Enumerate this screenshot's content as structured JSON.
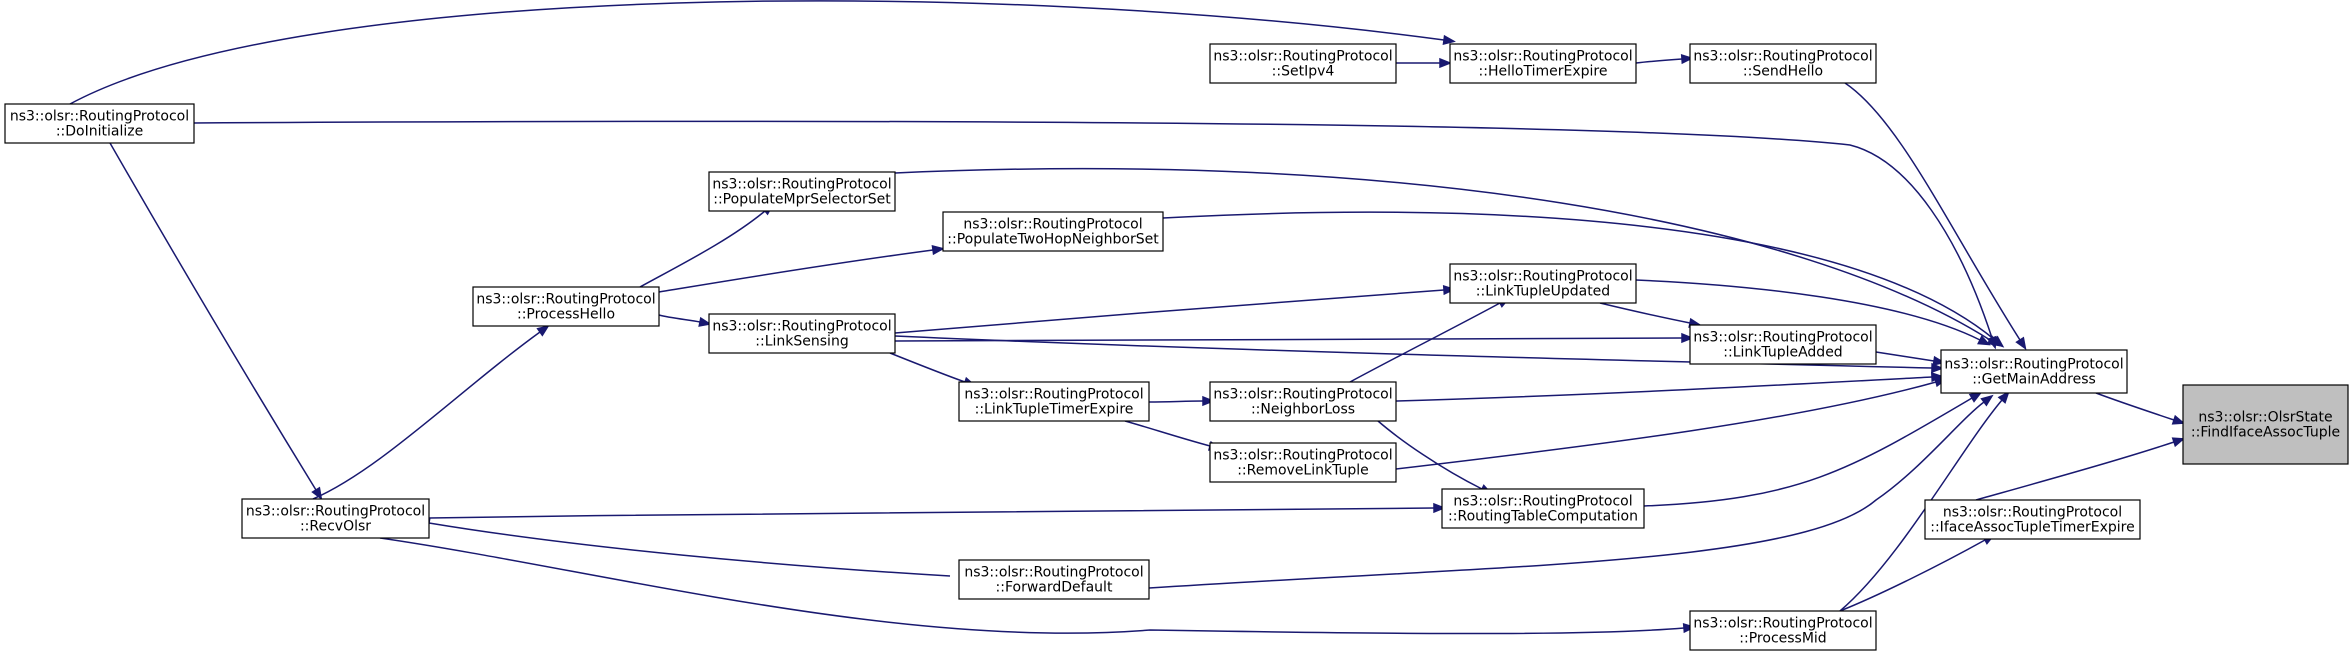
{
  "graph": {
    "nodes": [
      {
        "id": "find_iface_assoc_tuple",
        "lines": [
          "ns3::olsr::OlsrState",
          "::FindIfaceAssocTuple"
        ],
        "highlighted": true
      },
      {
        "id": "get_main_address",
        "lines": [
          "ns3::olsr::RoutingProtocol",
          "::GetMainAddress"
        ]
      },
      {
        "id": "iface_assoc_tuple_timer_expire",
        "lines": [
          "ns3::olsr::RoutingProtocol",
          "::IfaceAssocTupleTimerExpire"
        ]
      },
      {
        "id": "do_initialize",
        "lines": [
          "ns3::olsr::RoutingProtocol",
          "::DoInitialize"
        ]
      },
      {
        "id": "forward_default",
        "lines": [
          "ns3::olsr::RoutingProtocol",
          "::ForwardDefault"
        ]
      },
      {
        "id": "recv_olsr",
        "lines": [
          "ns3::olsr::RoutingProtocol",
          "::RecvOlsr"
        ]
      },
      {
        "id": "process_hello",
        "lines": [
          "ns3::olsr::RoutingProtocol",
          "::ProcessHello"
        ]
      },
      {
        "id": "hello_timer_expire",
        "lines": [
          "ns3::olsr::RoutingProtocol",
          "::HelloTimerExpire"
        ]
      },
      {
        "id": "set_ipv4",
        "lines": [
          "ns3::olsr::RoutingProtocol",
          "::SetIpv4"
        ]
      },
      {
        "id": "link_sensing",
        "lines": [
          "ns3::olsr::RoutingProtocol",
          "::LinkSensing"
        ]
      },
      {
        "id": "link_tuple_added",
        "lines": [
          "ns3::olsr::RoutingProtocol",
          "::LinkTupleAdded"
        ]
      },
      {
        "id": "link_tuple_updated",
        "lines": [
          "ns3::olsr::RoutingProtocol",
          "::LinkTupleUpdated"
        ]
      },
      {
        "id": "neighbor_loss",
        "lines": [
          "ns3::olsr::RoutingProtocol",
          "::NeighborLoss"
        ]
      },
      {
        "id": "link_tuple_timer_expire",
        "lines": [
          "ns3::olsr::RoutingProtocol",
          "::LinkTupleTimerExpire"
        ]
      },
      {
        "id": "populate_mpr_selector_set",
        "lines": [
          "ns3::olsr::RoutingProtocol",
          "::PopulateMprSelectorSet"
        ]
      },
      {
        "id": "populate_two_hop_neighbor_set",
        "lines": [
          "ns3::olsr::RoutingProtocol",
          "::PopulateTwoHopNeighborSet"
        ]
      },
      {
        "id": "process_mid",
        "lines": [
          "ns3::olsr::RoutingProtocol",
          "::ProcessMid"
        ]
      },
      {
        "id": "remove_link_tuple",
        "lines": [
          "ns3::olsr::RoutingProtocol",
          "::RemoveLinkTuple"
        ]
      },
      {
        "id": "routing_table_computation",
        "lines": [
          "ns3::olsr::RoutingProtocol",
          "::RoutingTableComputation"
        ]
      },
      {
        "id": "send_hello",
        "lines": [
          "ns3::olsr::RoutingProtocol",
          "::SendHello"
        ]
      }
    ],
    "edges": [
      {
        "from": "get_main_address",
        "to": "find_iface_assoc_tuple"
      },
      {
        "from": "iface_assoc_tuple_timer_expire",
        "to": "find_iface_assoc_tuple"
      },
      {
        "from": "do_initialize",
        "to": "get_main_address"
      },
      {
        "from": "forward_default",
        "to": "get_main_address"
      },
      {
        "from": "recv_olsr",
        "to": "forward_default"
      },
      {
        "from": "recv_olsr",
        "to": "process_hello"
      },
      {
        "from": "recv_olsr",
        "to": "routing_table_computation"
      },
      {
        "from": "recv_olsr",
        "to": "process_mid"
      },
      {
        "from": "do_initialize",
        "to": "recv_olsr"
      },
      {
        "from": "do_initialize",
        "to": "hello_timer_expire"
      },
      {
        "from": "set_ipv4",
        "to": "hello_timer_expire"
      },
      {
        "from": "hello_timer_expire",
        "to": "send_hello"
      },
      {
        "from": "link_sensing",
        "to": "get_main_address"
      },
      {
        "from": "process_hello",
        "to": "link_sensing"
      },
      {
        "from": "link_sensing",
        "to": "link_tuple_added"
      },
      {
        "from": "link_tuple_added",
        "to": "get_main_address"
      },
      {
        "from": "link_tuple_updated",
        "to": "link_tuple_added"
      },
      {
        "from": "link_tuple_updated",
        "to": "get_main_address"
      },
      {
        "from": "link_sensing",
        "to": "link_tuple_updated"
      },
      {
        "from": "neighbor_loss",
        "to": "link_tuple_updated"
      },
      {
        "from": "neighbor_loss",
        "to": "get_main_address"
      },
      {
        "from": "link_tuple_timer_expire",
        "to": "neighbor_loss"
      },
      {
        "from": "link_sensing",
        "to": "link_tuple_timer_expire"
      },
      {
        "from": "link_tuple_timer_expire",
        "to": "remove_link_tuple"
      },
      {
        "from": "neighbor_loss",
        "to": "routing_table_computation"
      },
      {
        "from": "populate_mpr_selector_set",
        "to": "get_main_address"
      },
      {
        "from": "process_hello",
        "to": "populate_mpr_selector_set"
      },
      {
        "from": "populate_two_hop_neighbor_set",
        "to": "get_main_address"
      },
      {
        "from": "process_hello",
        "to": "populate_two_hop_neighbor_set"
      },
      {
        "from": "process_mid",
        "to": "get_main_address"
      },
      {
        "from": "process_mid",
        "to": "iface_assoc_tuple_timer_expire"
      },
      {
        "from": "remove_link_tuple",
        "to": "get_main_address"
      },
      {
        "from": "routing_table_computation",
        "to": "get_main_address"
      },
      {
        "from": "send_hello",
        "to": "get_main_address"
      }
    ]
  },
  "colors": {
    "edge": "#191970",
    "node_border": "#000000",
    "node_fill": "#ffffff",
    "highlight_fill": "#bfbfbf"
  }
}
